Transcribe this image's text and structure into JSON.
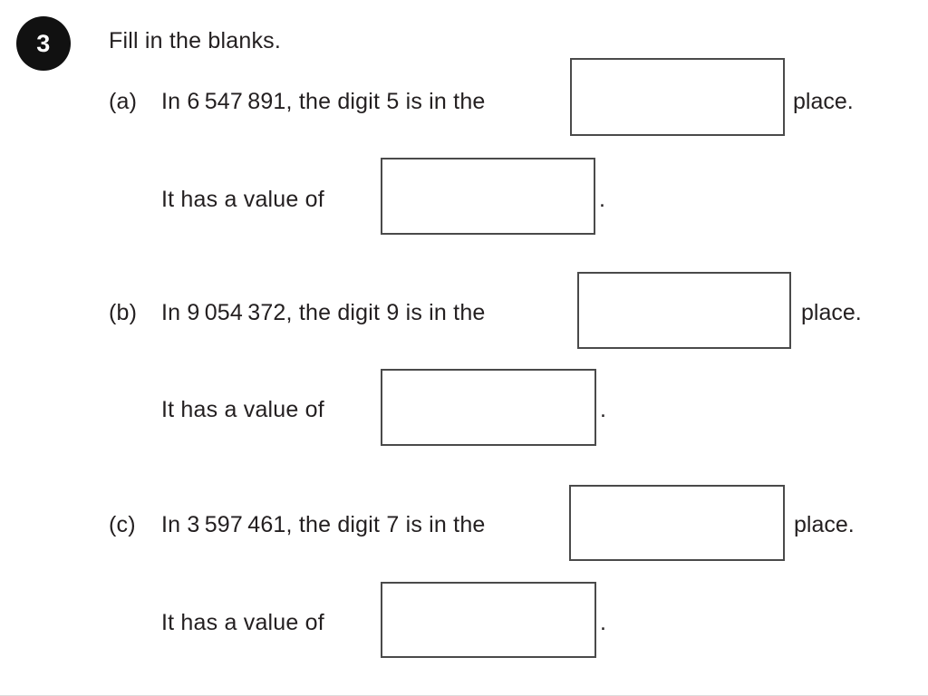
{
  "question": {
    "number": "3",
    "instruction": "Fill in the blanks."
  },
  "parts": [
    {
      "label": "(a)",
      "sentence_before_box": "In 6 547 891, the digit 5 is in the",
      "sentence_after_box": "place.",
      "number": "6 547 891",
      "digit": "5",
      "value_prompt": "It has a value of",
      "value_after_box": ".",
      "place_answer": "",
      "value_answer": ""
    },
    {
      "label": "(b)",
      "sentence_before_box": "In 9 054 372, the digit 9 is in the",
      "sentence_after_box": "place.",
      "number": "9 054 372",
      "digit": "9",
      "value_prompt": "It has a value of",
      "value_after_box": ".",
      "place_answer": "",
      "value_answer": ""
    },
    {
      "label": "(c)",
      "sentence_before_box": "In 3 597 461, the digit 7 is in the",
      "sentence_after_box": "place.",
      "number": "3 597 461",
      "digit": "7",
      "value_prompt": "It has a value of",
      "value_after_box": ".",
      "place_answer": "",
      "value_answer": ""
    }
  ],
  "style": {
    "badge_background": "#111111",
    "badge_text_color": "#ffffff",
    "text_color": "#231f20",
    "box_border_color": "#4a4a4a",
    "page_background": "#ffffff"
  }
}
